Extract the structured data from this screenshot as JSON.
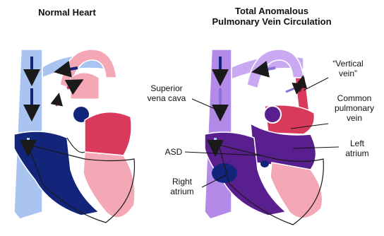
{
  "left_panel": {
    "title": "Normal Heart"
  },
  "right_panel": {
    "title_line1": "Total Anomalous",
    "title_line2": "Pulmonary Vein Circulation",
    "labels": {
      "vertical_vein_1": "“Vertical",
      "vertical_vein_2": "vein”",
      "superior_vena_cava_1": "Superior",
      "superior_vena_cava_2": "vena cava",
      "common_pulmonary_vein_1": "Common",
      "common_pulmonary_vein_2": "pulmonary",
      "common_pulmonary_vein_3": "vein",
      "asd": "ASD",
      "left_atrium_1": "Left",
      "left_atrium_2": "atrium",
      "right_atrium_1": "Right",
      "right_atrium_2": "atrium"
    }
  },
  "colors": {
    "deoxygenated_light": "#a9c4f0",
    "deoxygenated_dark": "#13257a",
    "oxygenated_light": "#f4a7b4",
    "oxygenated_dark": "#d93a5c",
    "mixed_light": "#b48ae8",
    "mixed_dark": "#5a1f8f"
  }
}
